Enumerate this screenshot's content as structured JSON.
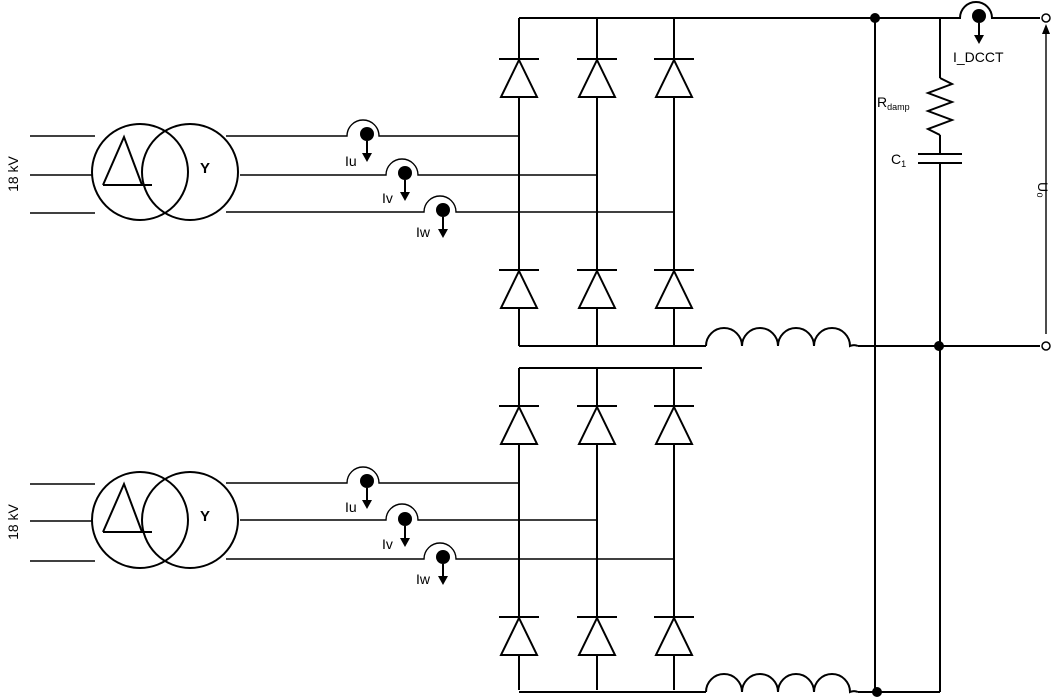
{
  "labels": {
    "voltage_top": "18 kV",
    "voltage_bottom": "18 kV",
    "transformer_top_secondary": "Y",
    "transformer_bottom_secondary": "Y",
    "iu_top": "Iu",
    "iv_top": "Iv",
    "iw_top": "Iw",
    "iu_bottom": "Iu",
    "iv_bottom": "Iv",
    "iw_bottom": "Iw",
    "dcct": "I_DCCT",
    "r_main": "R",
    "r_sub": "damp",
    "c_main": "C",
    "c_sub": "1",
    "uo": "U₀"
  }
}
